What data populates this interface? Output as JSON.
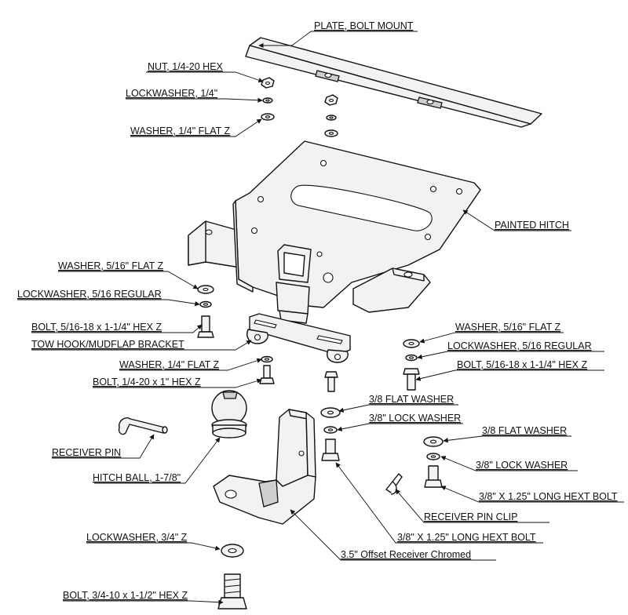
{
  "labels": {
    "plate_bolt_mount": "PLATE, BOLT MOUNT",
    "nut_quarter_hex": "NUT, 1/4-20 HEX",
    "lockwasher_quarter": "LOCKWASHER, 1/4\"",
    "washer_quarter_flat_top": "WASHER, 1/4\" FLAT Z",
    "painted_hitch": "PAINTED HITCH",
    "washer_516_flat_left": "WASHER, 5/16\" FLAT Z",
    "lockwasher_516_left": "LOCKWASHER, 5/16  REGULAR",
    "bolt_516_left": "BOLT, 5/16-18 x 1-1/4\" HEX Z",
    "tow_hook_bracket": "TOW HOOK/MUDFLAP BRACKET",
    "washer_quarter_flat_mid": "WASHER, 1/4\" FLAT Z",
    "bolt_quarter_1in": "BOLT, 1/4-20 x 1\" HEX Z",
    "washer_516_flat_right": "WASHER, 5/16\" FLAT Z",
    "lockwasher_516_right": "LOCKWASHER, 5/16  REGULAR",
    "bolt_516_right": "BOLT, 5/16-18 x 1-1/4\" HEX Z",
    "flat_washer_38_center": "3/8 FLAT WASHER",
    "lock_washer_38_center": "3/8\" LOCK WASHER",
    "flat_washer_38_right": "3/8 FLAT WASHER",
    "lock_washer_38_right": "3/8\" LOCK WASHER",
    "hext_bolt_38_right": "3/8\" X 1.25\" LONG HEXT BOLT",
    "receiver_pin": "RECEIVER PIN",
    "hitch_ball": "HITCH BALL, 1-7/8\"",
    "receiver_pin_clip": "RECEIVER PIN CLIP",
    "hext_bolt_38_center": "3/8\" X 1.25\" LONG HEXT BOLT",
    "lockwasher_34": "LOCKWASHER, 3/4\" Z",
    "offset_receiver": "3.5\" Offset Receiver Chromed",
    "bolt_34": "BOLT, 3/4-10 x 1-1/2\" HEX Z"
  }
}
